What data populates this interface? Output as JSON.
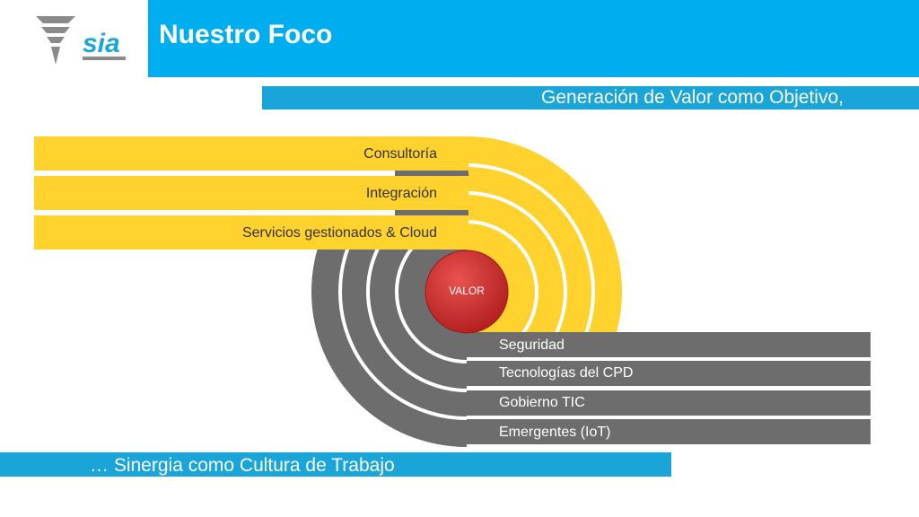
{
  "header": {
    "title": "Nuestro Foco",
    "logo_text": "sia",
    "brand_color": "#00AEEF"
  },
  "subtitle": "Generación de Valor como Objetivo,",
  "diagram": {
    "center_label": "VALOR",
    "upper_bands": [
      "Consultoría",
      "Integración",
      "Servicios gestionados & Cloud"
    ],
    "lower_bands": [
      "Seguridad",
      "Tecnologías del CPD",
      "Gobierno TIC",
      "Emergentes (IoT)"
    ],
    "colors": {
      "yellow": "#FFD22E",
      "gray": "#6D6D6D",
      "center": "#D0302F"
    }
  },
  "footer": "… Sinergia como Cultura de Trabajo"
}
